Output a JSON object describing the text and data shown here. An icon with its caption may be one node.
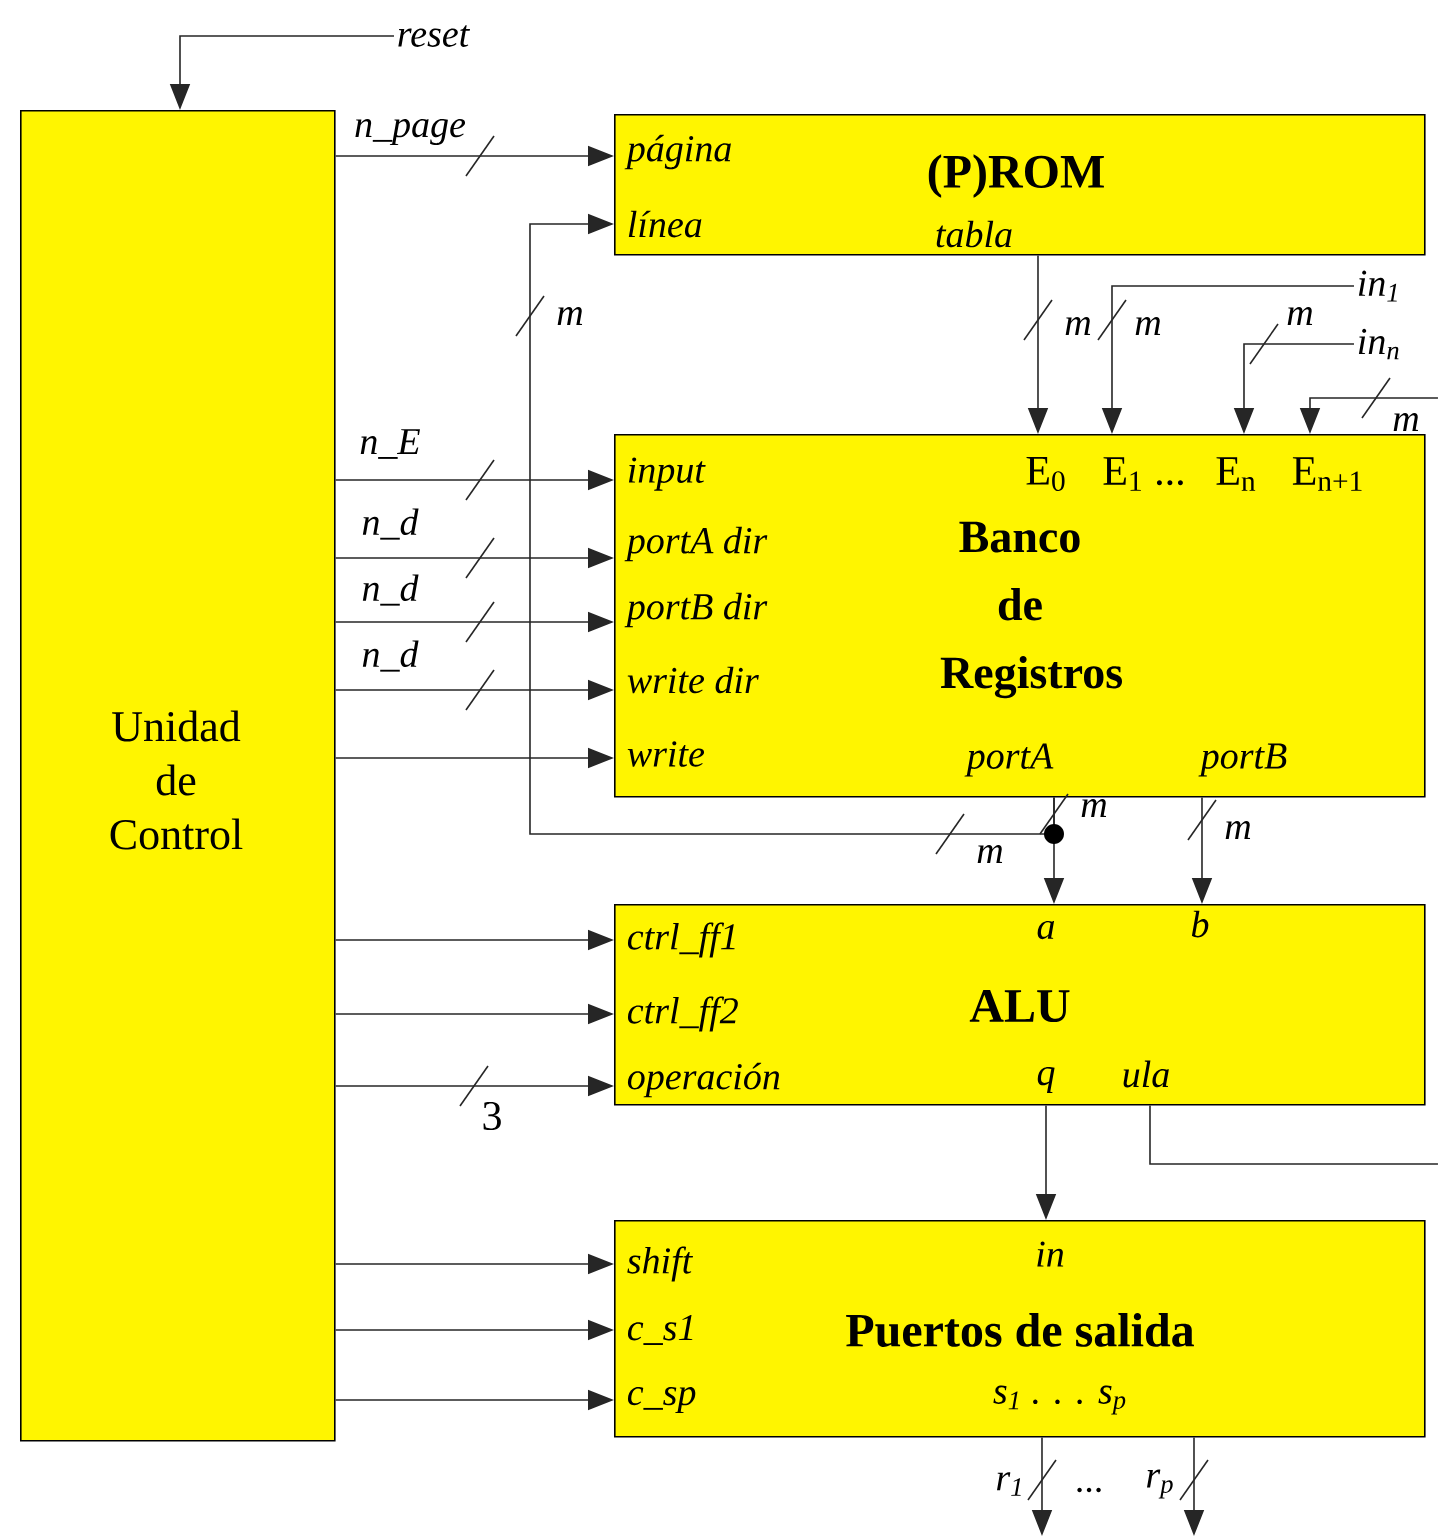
{
  "diagram": {
    "nodes": [
      {
        "text": [
          "Unidad de Control"
        ]
      },
      {
        "text": [
          "(P)ROM",
          "página",
          "línea",
          "tabla"
        ]
      },
      {
        "text": [
          "Banco de Registros",
          "input",
          "portA dir",
          "portB dir",
          "write dir",
          "write",
          "E$_{0}$",
          "E$_{1}$ ...",
          "E$_{n}$",
          "E$_{n+1}$",
          "portA",
          "portB"
        ]
      },
      {
        "text": [
          "ALU",
          "ctrl_ff1",
          "ctrl_ff2",
          "operación",
          "a",
          "b",
          "q",
          "ula"
        ]
      },
      {
        "text": [
          "Puertos de salida",
          "in",
          "shift",
          "c_s1",
          "c_sp",
          "s$_{1}$ . . . s$_{p}$"
        ]
      },
      {
        "text": [
          "reset"
        ]
      },
      {
        "text": [
          "in$_{1}$"
        ]
      },
      {
        "text": [
          "in$_{n}$"
        ]
      }
    ],
    "edges": [
      {
        "from": 5,
        "to": 0,
        "arrow": "to"
      },
      {
        "from": 0,
        "to": 1,
        "arrow": "to",
        "label": "n_page"
      },
      {
        "from": 2,
        "to": 1,
        "arrow": "to",
        "label": "m"
      },
      {
        "from": 1,
        "to": 2,
        "arrow": "to",
        "label": "m"
      },
      {
        "from": 6,
        "to": 2,
        "arrow": "to",
        "label": "m"
      },
      {
        "from": 7,
        "to": 2,
        "arrow": "to",
        "label": "m"
      },
      {
        "from": null,
        "to": 2,
        "arrow": "to",
        "label": "m"
      },
      {
        "from": 0,
        "to": 2,
        "arrow": "to",
        "label": "n_E"
      },
      {
        "from": 0,
        "to": 2,
        "arrow": "to",
        "label": "n_d"
      },
      {
        "from": 0,
        "to": 2,
        "arrow": "to",
        "label": "n_d"
      },
      {
        "from": 0,
        "to": 2,
        "arrow": "to",
        "label": "n_d"
      },
      {
        "from": 0,
        "to": 2,
        "arrow": "to"
      },
      {
        "from": 2,
        "to": 3,
        "arrow": "to",
        "label": "m"
      },
      {
        "from": 2,
        "to": 3,
        "arrow": "to",
        "label": "m"
      },
      {
        "from": 0,
        "to": 3,
        "arrow": "to"
      },
      {
        "from": 0,
        "to": 3,
        "arrow": "to"
      },
      {
        "from": 0,
        "to": 3,
        "arrow": "to",
        "label": "3"
      },
      {
        "from": 3,
        "to": 4,
        "arrow": "to"
      },
      {
        "from": 3,
        "to": null,
        "arrow": "none"
      },
      {
        "from": 0,
        "to": 4,
        "arrow": "to"
      },
      {
        "from": 0,
        "to": 4,
        "arrow": "to"
      },
      {
        "from": 0,
        "to": 4,
        "arrow": "to"
      },
      {
        "from": 4,
        "to": null,
        "arrow": "to",
        "label": "r$_{1}$"
      },
      {
        "from": 4,
        "to": null,
        "arrow": "to",
        "label": "r$_{p}$"
      }
    ],
    "labels": [
      "m",
      "..."
    ]
  }
}
